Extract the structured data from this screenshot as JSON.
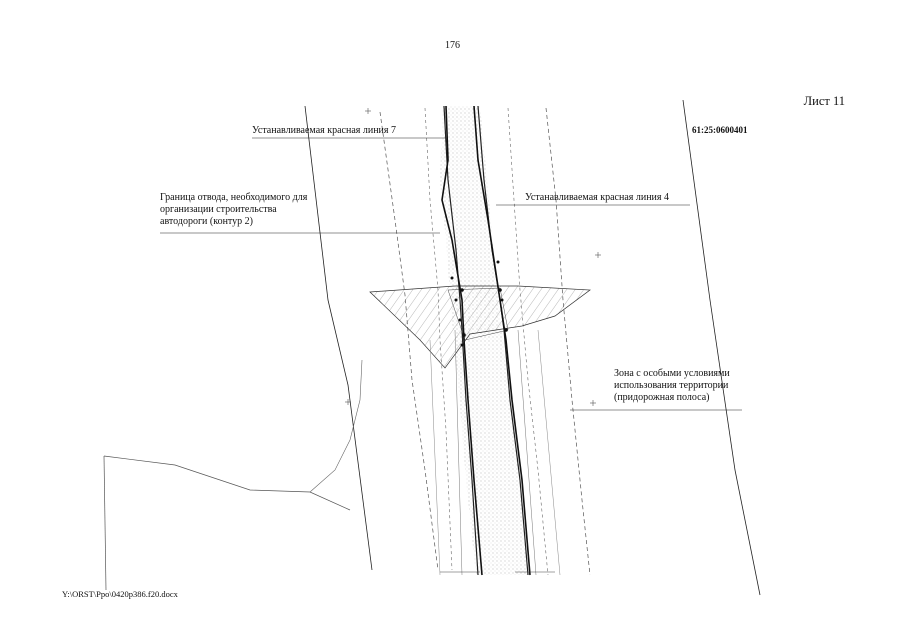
{
  "page": {
    "number": "176",
    "sheet": "Лист 11",
    "footer_path": "Y:\\ORST\\Ppo\\0420p386.f20.docx"
  },
  "map": {
    "cadastral_number": "61:25:0600401",
    "labels": {
      "red_line_7": "Устанавливаемая красная линия 7",
      "red_line_4": "Устанавливаемая красная линия 4",
      "boundary": [
        "Граница отвода, необходимого для",
        "организации строительства",
        "автодороги (контур 2)"
      ],
      "zone": [
        "Зона с особыми условиями",
        "использования территории",
        "(придорожная полоса)"
      ]
    },
    "colors": {
      "line": "#222222",
      "dashed": "#555555",
      "hatch": "#888888",
      "stipple": "#9a9a9a"
    }
  }
}
